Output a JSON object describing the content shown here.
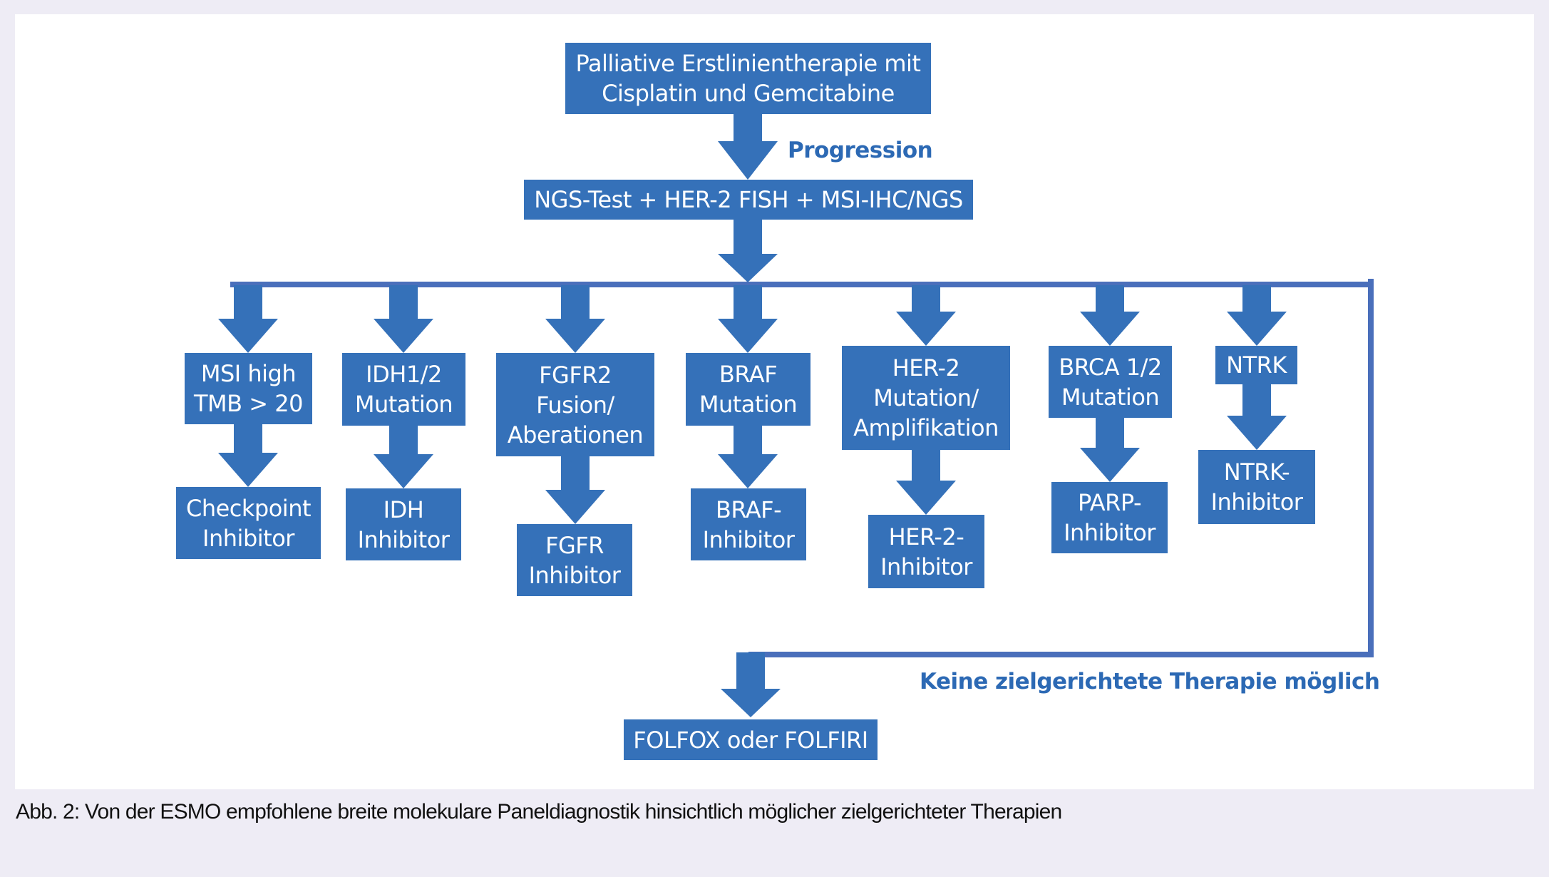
{
  "diagram": {
    "start": "Palliative Erstlinientherapie mit\nCisplatin und Gemcitabine",
    "progression_label": "Progression",
    "test": "NGS-Test + HER-2 FISH + MSI-IHC/NGS",
    "branches": [
      {
        "marker": "MSI high\nTMB > 20",
        "therapy": "Checkpoint\nInhibitor"
      },
      {
        "marker": "IDH1/2\nMutation",
        "therapy": "IDH\nInhibitor"
      },
      {
        "marker": "FGFR2\nFusion/\nAberationen",
        "therapy": "FGFR\nInhibitor"
      },
      {
        "marker": "BRAF\nMutation",
        "therapy": "BRAF-\nInhibitor"
      },
      {
        "marker": "HER-2\nMutation/\nAmplifikation",
        "therapy": "HER-2-\nInhibitor"
      },
      {
        "marker": "BRCA 1/2\nMutation",
        "therapy": "PARP-\nInhibitor"
      },
      {
        "marker": "NTRK",
        "therapy": "NTRK-\nInhibitor"
      }
    ],
    "no_target_label": "Keine zielgerichtete Therapie möglich",
    "fallback": "FOLFOX oder FOLFIRI"
  },
  "caption": "Abb. 2: Von der ESMO empfohlene breite molekulare Paneldiagnostik hinsichtlich möglicher zielgerichteter Therapien",
  "colors": {
    "box_fill": "#3571b9",
    "connector": "#4a6fbb",
    "label_text": "#2c69b4"
  }
}
